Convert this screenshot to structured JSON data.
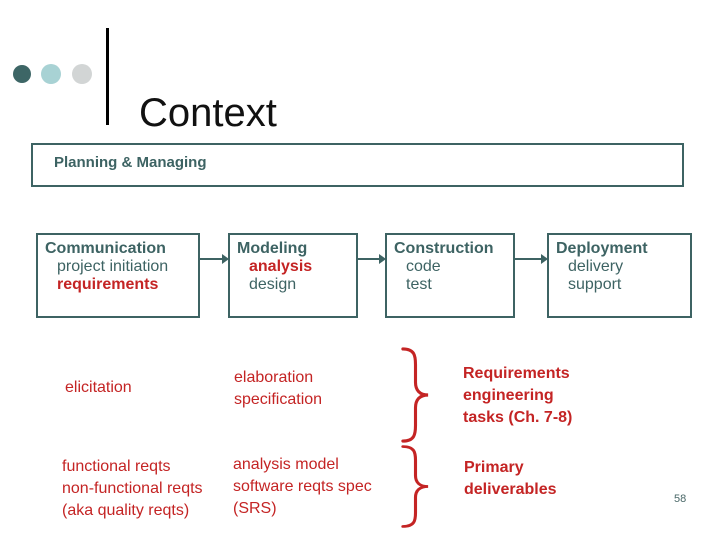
{
  "slide": {
    "title": "Context",
    "page_number": "58"
  },
  "colors": {
    "teal": "#3d6363",
    "red": "#c42424",
    "dot-dark": "#3d6666",
    "dot-light": "#a8d2d4",
    "dot-gray": "#d2d5d5",
    "title-color": "#111111",
    "page-num": "#4a6868"
  },
  "planning": {
    "label": "Planning & Managing"
  },
  "process": {
    "boxes": [
      {
        "title": "Communication",
        "items": [
          {
            "text": "project initiation",
            "style": "teal"
          },
          {
            "text": "requirements",
            "style": "red"
          }
        ]
      },
      {
        "title": "Modeling",
        "items": [
          {
            "text": "analysis",
            "style": "red"
          },
          {
            "text": "design",
            "style": "teal"
          }
        ]
      },
      {
        "title": "Construction",
        "items": [
          {
            "text": "code",
            "style": "teal"
          },
          {
            "text": "test",
            "style": "teal"
          }
        ]
      },
      {
        "title": "Deployment",
        "items": [
          {
            "text": "delivery",
            "style": "teal"
          },
          {
            "text": "support",
            "style": "teal"
          }
        ]
      }
    ]
  },
  "annotations": {
    "tasks_row": {
      "elicitation": "elicitation",
      "middle_lines": [
        "elaboration",
        "specification"
      ],
      "label_lines": [
        "Requirements",
        "engineering",
        "tasks (Ch. 7-8)"
      ]
    },
    "deliverables_row": {
      "left_lines": [
        "functional reqts",
        "non-functional reqts",
        "(aka quality reqts)"
      ],
      "middle_lines": [
        "analysis model",
        "software reqts spec",
        "(SRS)"
      ],
      "label_lines": [
        "Primary",
        "deliverables"
      ]
    }
  }
}
